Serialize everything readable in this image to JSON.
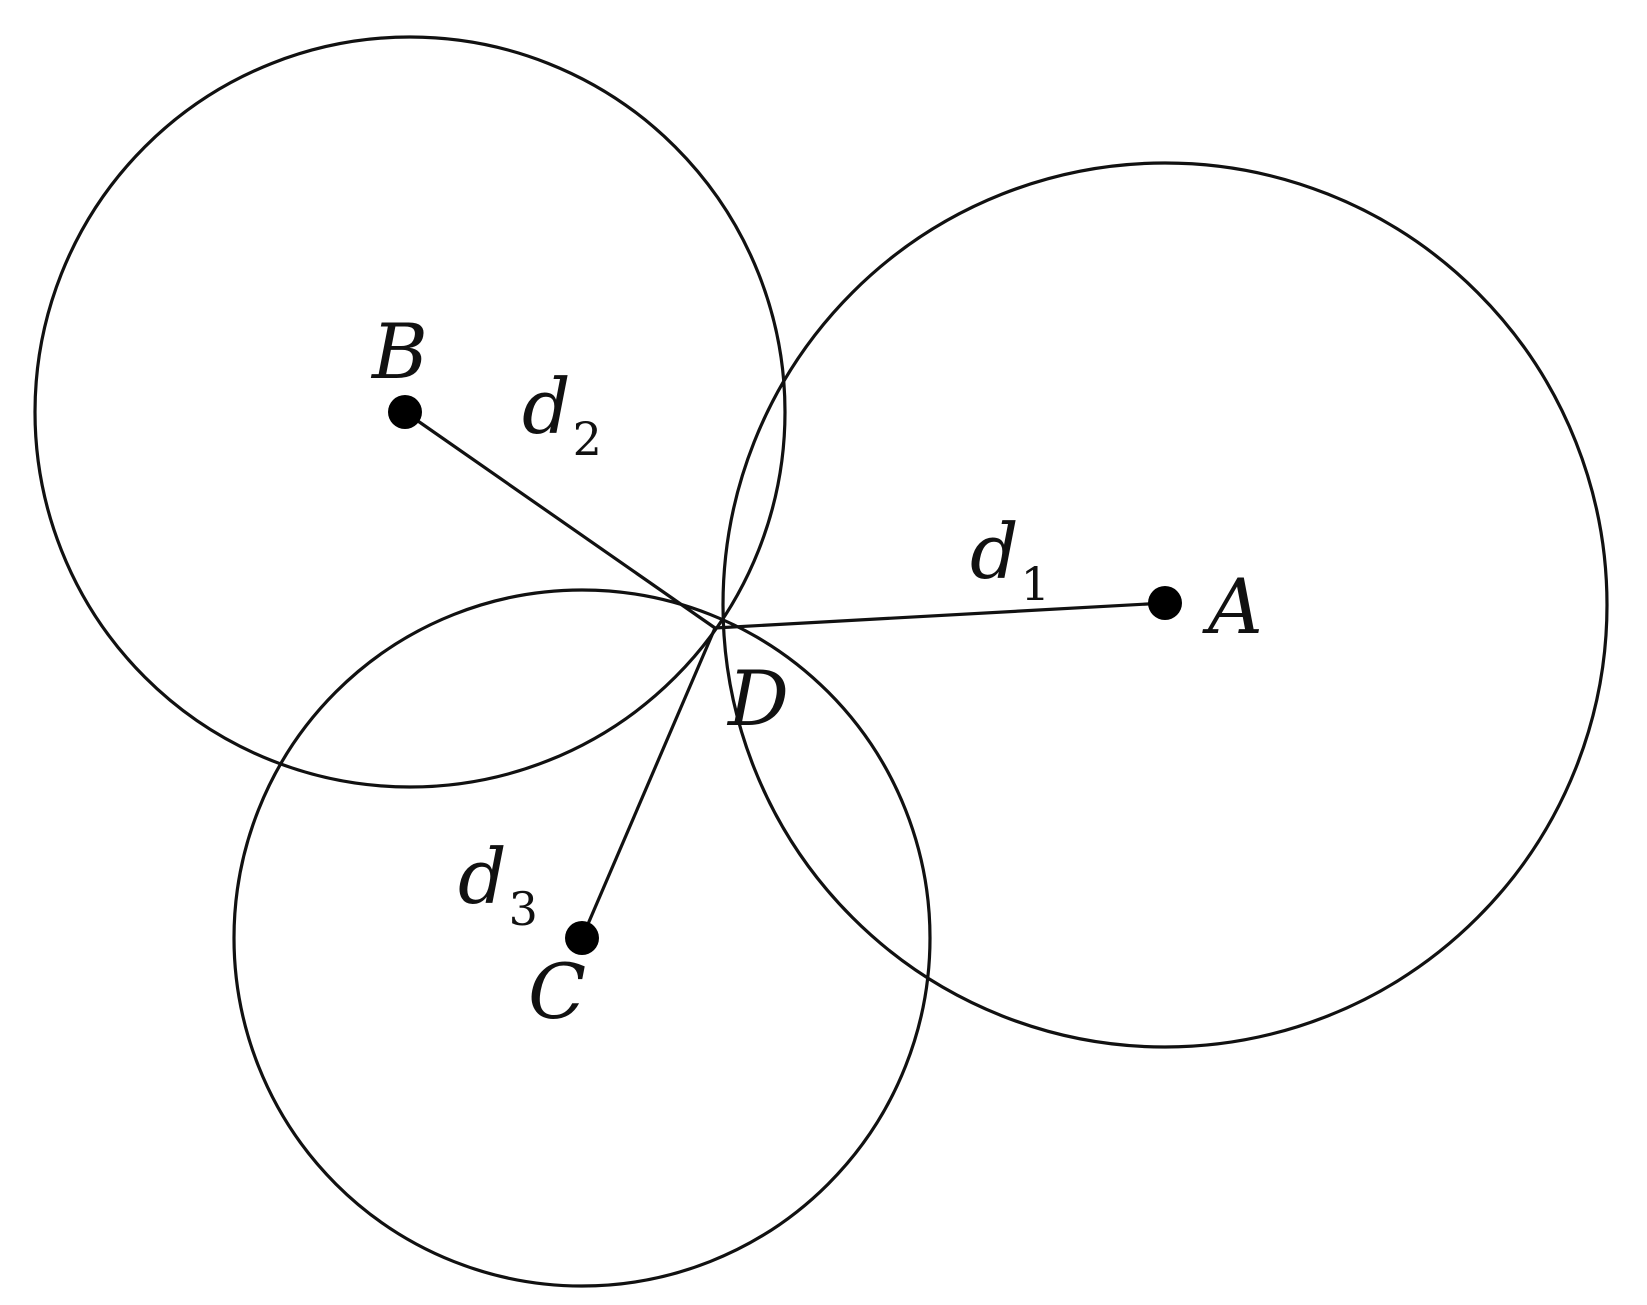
{
  "diagram": {
    "points": {
      "A": {
        "label": "A"
      },
      "B": {
        "label": "B"
      },
      "C": {
        "label": "C"
      },
      "D": {
        "label": "D"
      }
    },
    "distances": [
      {
        "name": "d",
        "subscript": "1",
        "from": "D",
        "to": "A"
      },
      {
        "name": "d",
        "subscript": "2",
        "from": "D",
        "to": "B"
      },
      {
        "name": "d",
        "subscript": "3",
        "from": "D",
        "to": "C"
      }
    ],
    "colors": {
      "ink": "#111111",
      "background": "#ffffff"
    }
  }
}
